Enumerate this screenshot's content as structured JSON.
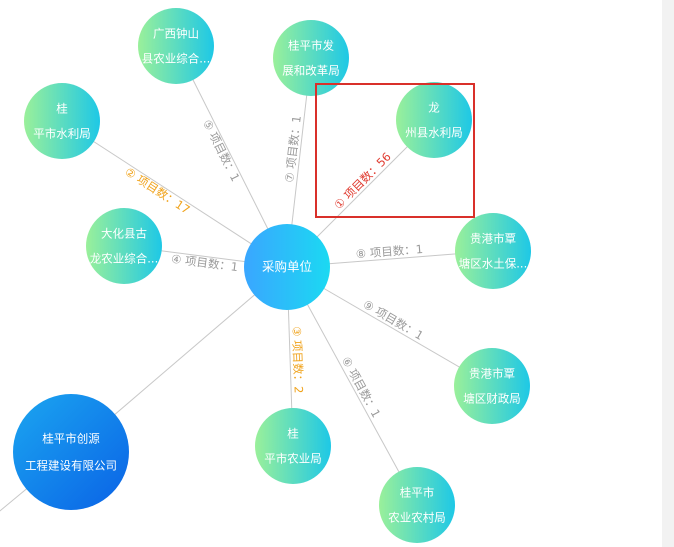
{
  "center": {
    "label": "采购单位"
  },
  "nodes": [
    {
      "id": "n1",
      "lines": [
        "龙",
        "州县水利局"
      ]
    },
    {
      "id": "n2",
      "lines": [
        "桂",
        "平市水利局"
      ]
    },
    {
      "id": "n3",
      "lines": [
        "桂",
        "平市农业局"
      ]
    },
    {
      "id": "n4",
      "lines": [
        "大化县古",
        "龙农业综合..."
      ]
    },
    {
      "id": "n5",
      "lines": [
        "广西钟山",
        "县农业综合..."
      ]
    },
    {
      "id": "n6",
      "lines": [
        "桂平市",
        "农业农村局"
      ]
    },
    {
      "id": "n7",
      "lines": [
        "桂平市发",
        "展和改革局"
      ]
    },
    {
      "id": "n8",
      "lines": [
        "贵港市覃",
        "塘区水土保..."
      ]
    },
    {
      "id": "n9",
      "lines": [
        "贵港市覃",
        "塘区财政局"
      ]
    },
    {
      "id": "big",
      "lines": [
        "桂平市创源",
        "工程建设有限公司"
      ]
    }
  ],
  "edges": [
    {
      "to": "n1",
      "label": "① 项目数：56",
      "color": "#e03c31"
    },
    {
      "to": "n2",
      "label": "② 项目数：17",
      "color": "#f0a31c"
    },
    {
      "to": "n3",
      "label": "③ 项目数：2",
      "color": "#f0a31c"
    },
    {
      "to": "n4",
      "label": "④ 项目数：1",
      "color": "#9a9a9a"
    },
    {
      "to": "n5",
      "label": "⑤ 项目数：1",
      "color": "#9a9a9a"
    },
    {
      "to": "n6",
      "label": "⑥ 项目数：1",
      "color": "#9a9a9a"
    },
    {
      "to": "n7",
      "label": "⑦ 项目数：1",
      "color": "#9a9a9a"
    },
    {
      "to": "n8",
      "label": "⑧ 项目数：1",
      "color": "#9a9a9a"
    },
    {
      "to": "n9",
      "label": "⑨ 项目数：1",
      "color": "#9a9a9a"
    },
    {
      "to": "big",
      "label": "",
      "color": "#c8c8c8"
    }
  ],
  "highlight": {
    "node": "n1",
    "color": "#d9302a"
  },
  "colors": {
    "node_gradient_start": "#9af09a",
    "node_gradient_end": "#1ec8e6",
    "center_gradient_start": "#3aa6ff",
    "center_gradient_end": "#1bd9f2",
    "big_gradient_start": "#1ba6f0",
    "big_gradient_end": "#0a62e6",
    "edge_default": "#c8c8c8"
  }
}
